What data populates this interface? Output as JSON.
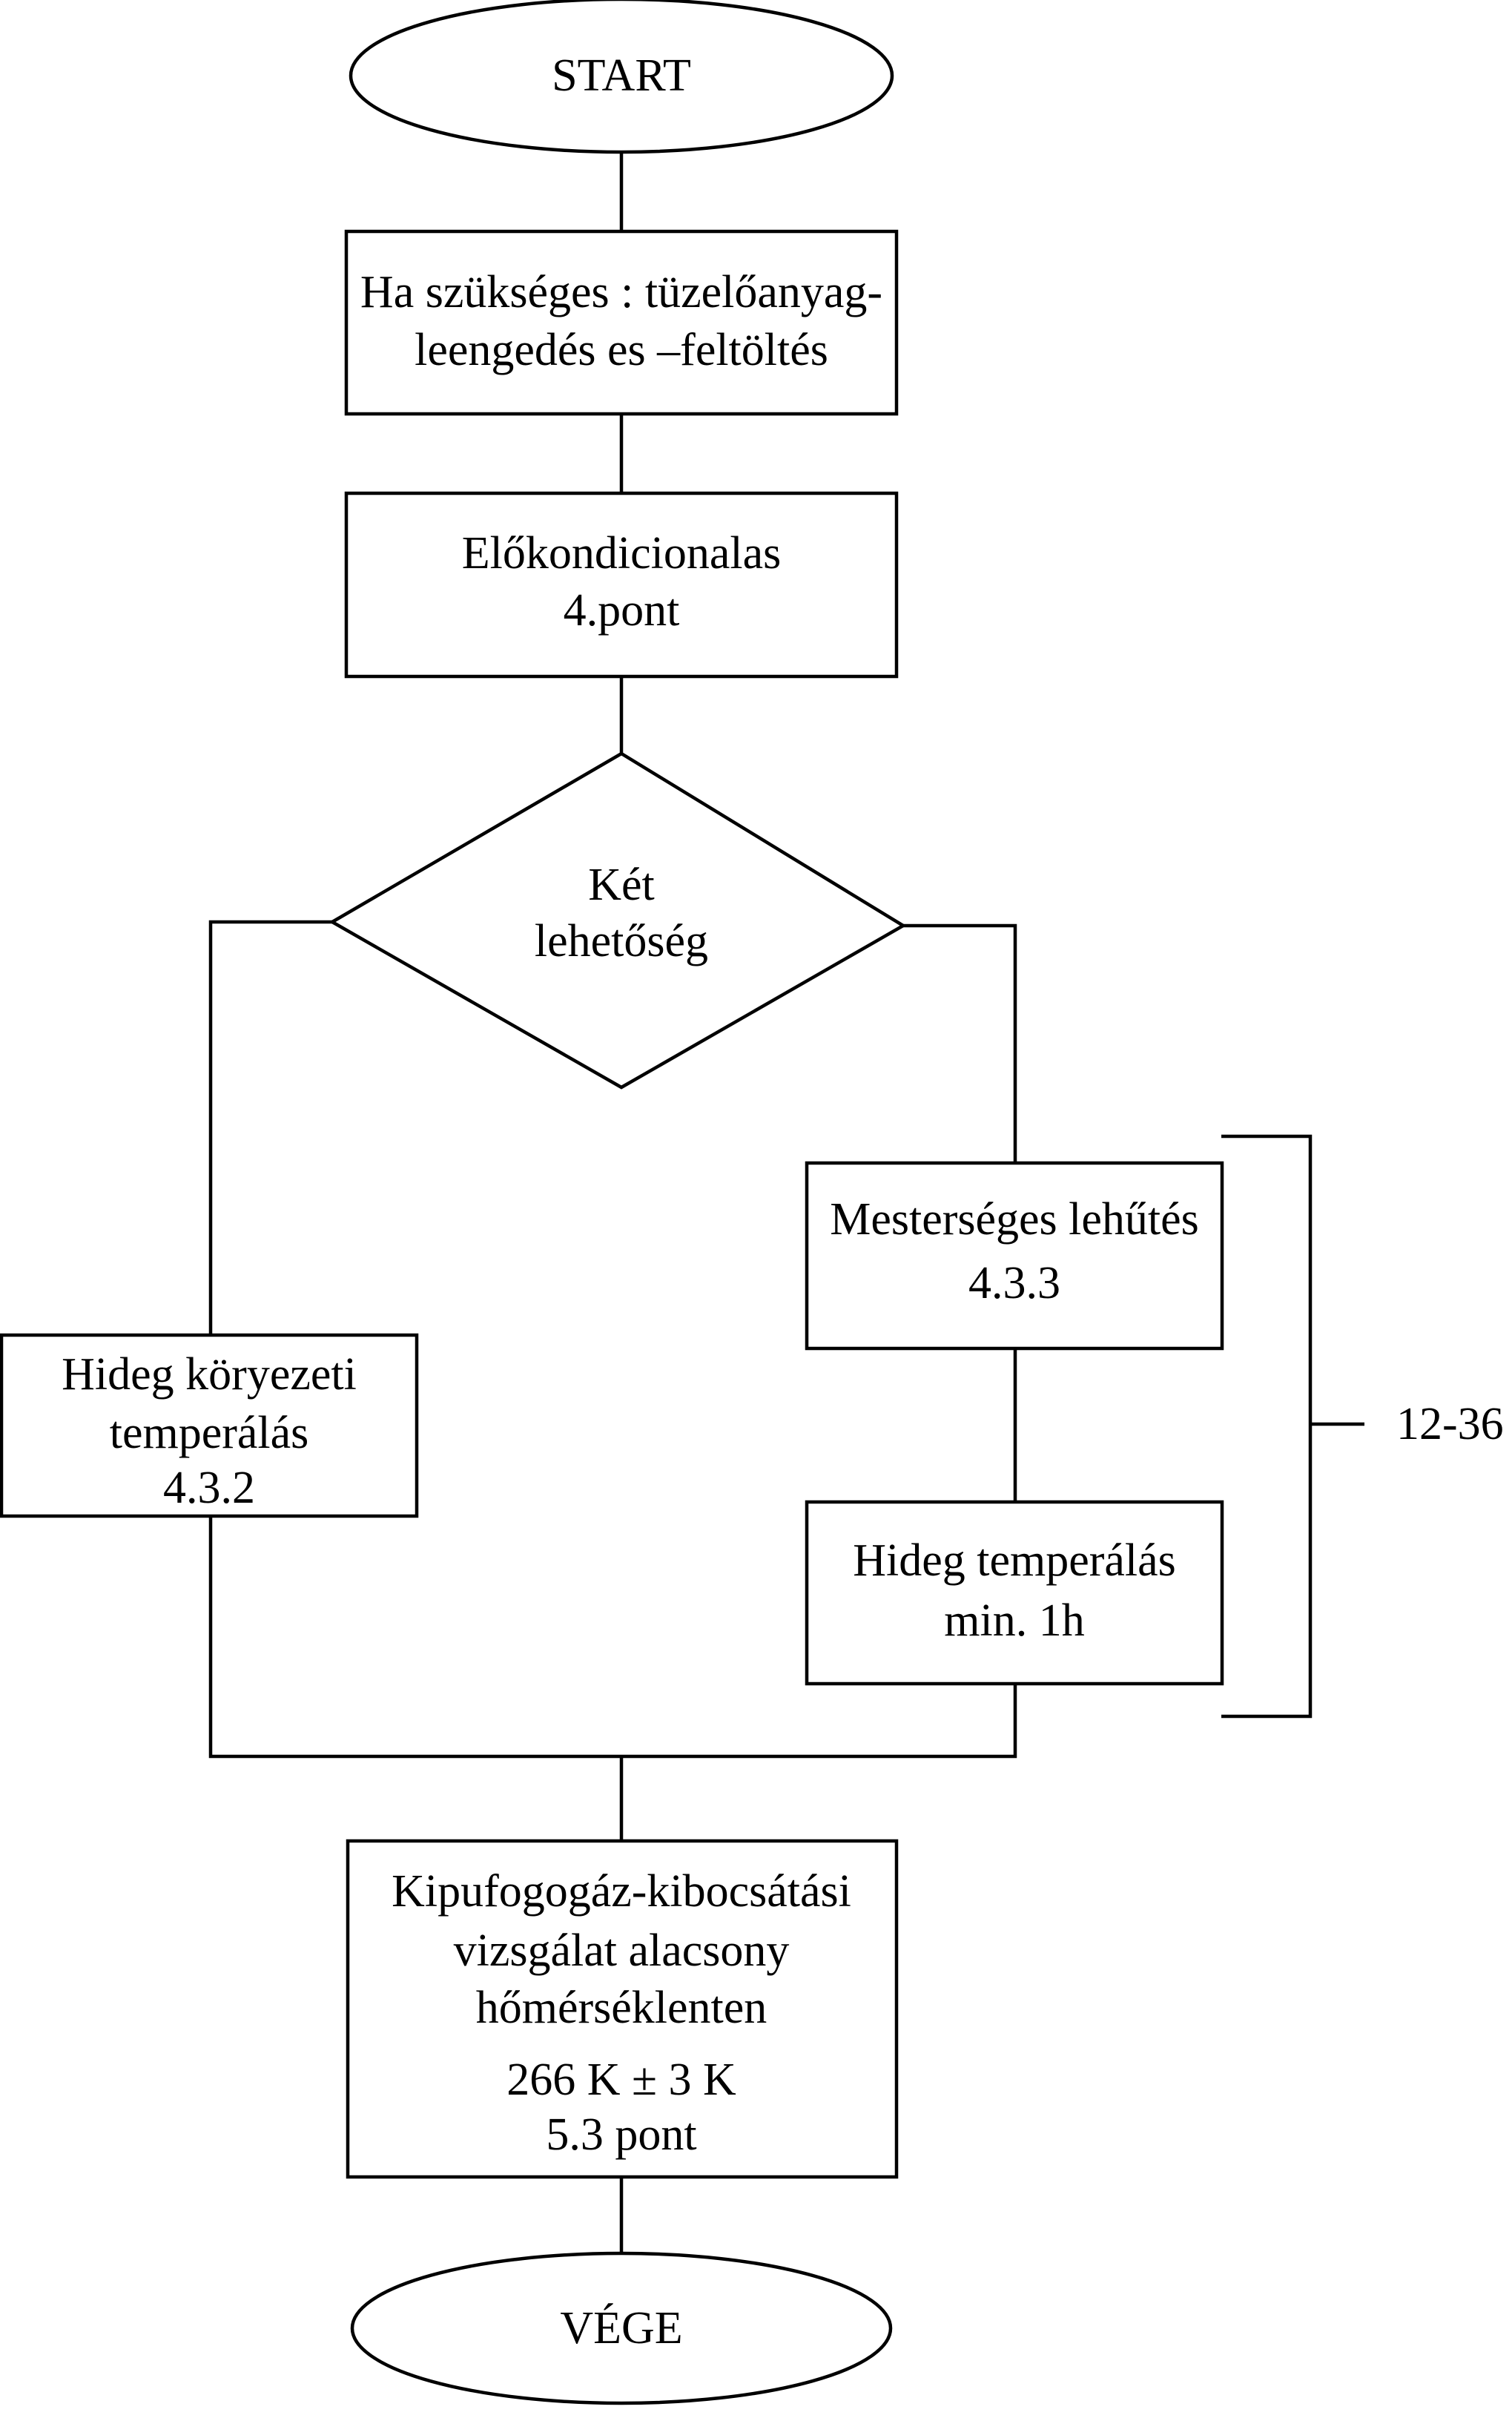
{
  "nodes": {
    "start": {
      "lines": [
        "START"
      ]
    },
    "fuel": {
      "lines": [
        "Ha szükséges : tüzelőanyag-",
        "leengedés es –feltöltés"
      ]
    },
    "precond": {
      "lines": [
        "Előkondicionalas",
        "4.pont"
      ]
    },
    "decision": {
      "lines": [
        "Két",
        "lehetőség"
      ]
    },
    "ambient": {
      "lines": [
        "Hideg köryezeti",
        "temperálás",
        "4.3.2"
      ]
    },
    "cooling": {
      "lines": [
        "Mesterséges lehűtés",
        "4.3.3"
      ]
    },
    "coldsoak": {
      "lines": [
        "Hideg temperálás",
        "min. 1h"
      ]
    },
    "test": {
      "lines": [
        "Kipufogogáz-kibocsátási",
        "vizsgálat alacsony",
        "hőmérséklenten",
        "266 K ± 3 K",
        "5.3 pont"
      ]
    },
    "end": {
      "lines": [
        "VÉGE"
      ]
    }
  },
  "bracket_label": "12-36"
}
